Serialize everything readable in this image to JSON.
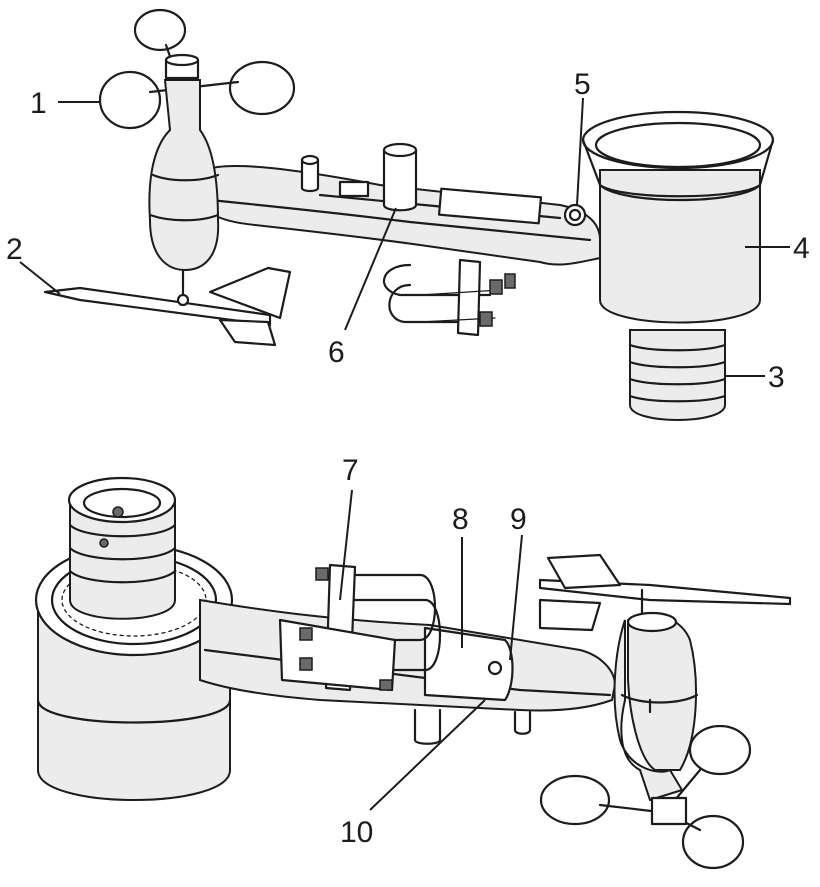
{
  "diagram": {
    "callouts": [
      {
        "id": "1",
        "label": "1"
      },
      {
        "id": "2",
        "label": "2"
      },
      {
        "id": "3",
        "label": "3"
      },
      {
        "id": "4",
        "label": "4"
      },
      {
        "id": "5",
        "label": "5"
      },
      {
        "id": "6",
        "label": "6"
      },
      {
        "id": "7",
        "label": "7"
      },
      {
        "id": "8",
        "label": "8"
      },
      {
        "id": "9",
        "label": "9"
      },
      {
        "id": "10",
        "label": "10"
      }
    ],
    "colors": {
      "line": "#1c1c1c",
      "background": "#ffffff",
      "shade": "#d9d9d9"
    }
  }
}
